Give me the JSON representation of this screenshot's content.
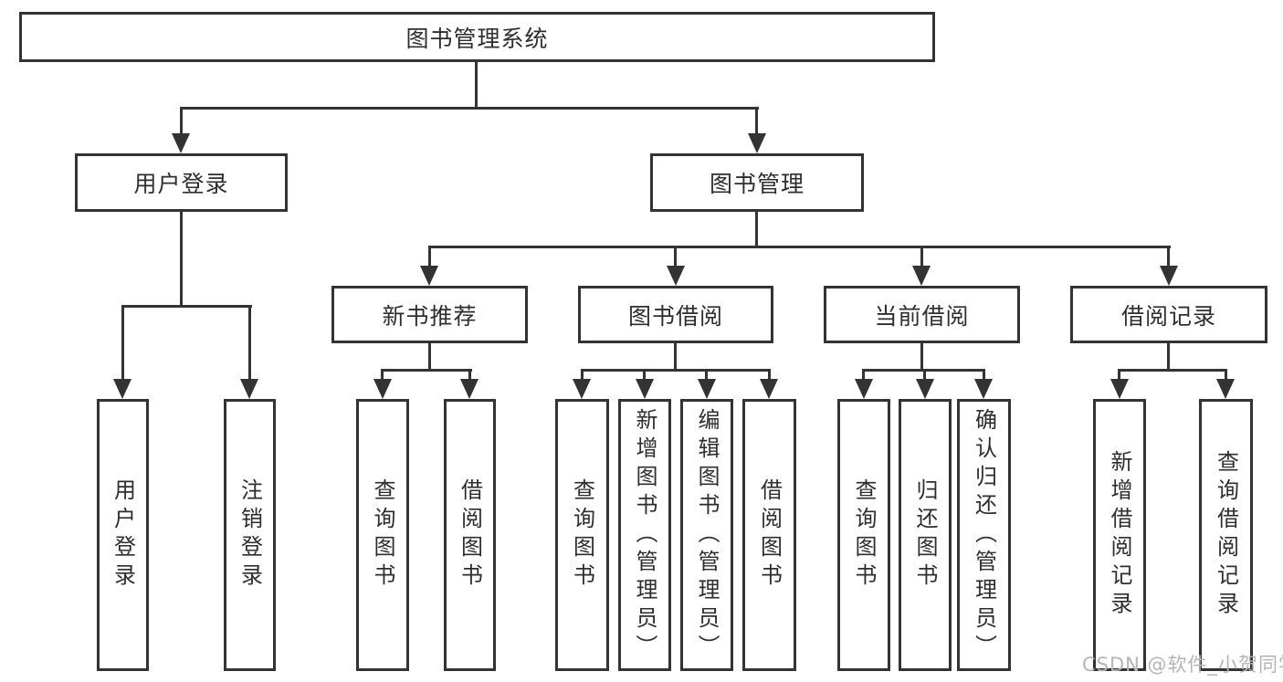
{
  "diagram": {
    "root": {
      "label": "图书管理系统"
    },
    "level2": {
      "user_login": {
        "label": "用户登录"
      },
      "book_management": {
        "label": "图书管理"
      }
    },
    "level3": {
      "new_book_recommend": {
        "label": "新书推荐"
      },
      "book_borrowing": {
        "label": "图书借阅"
      },
      "current_borrowing": {
        "label": "当前借阅"
      },
      "borrowing_records": {
        "label": "借阅记录"
      }
    },
    "leaves": {
      "login": {
        "label": "用户登录"
      },
      "logout": {
        "label": "注销登录"
      },
      "rec_query_books": {
        "label": "查询图书"
      },
      "rec_borrow_books": {
        "label": "借阅图书"
      },
      "borrow_query_books": {
        "label": "查询图书"
      },
      "borrow_add_books": {
        "label": "新增图书（管理员）"
      },
      "borrow_edit_books": {
        "label": "编辑图书（管理员）"
      },
      "borrow_borrow_books": {
        "label": "借阅图书"
      },
      "current_query_books": {
        "label": "查询图书"
      },
      "current_return_books": {
        "label": "归还图书"
      },
      "current_confirm_return": {
        "label": "确认归还（管理员）"
      },
      "records_add_record": {
        "label": "新增借阅记录"
      },
      "records_query_record": {
        "label": "查询借阅记录"
      }
    }
  },
  "watermark": {
    "text": "CSDN @软件_小贺同学"
  },
  "colors": {
    "line": "#333333",
    "text": "#2e2e2e",
    "background": "#ffffff",
    "watermark": "#b5b5b5"
  }
}
